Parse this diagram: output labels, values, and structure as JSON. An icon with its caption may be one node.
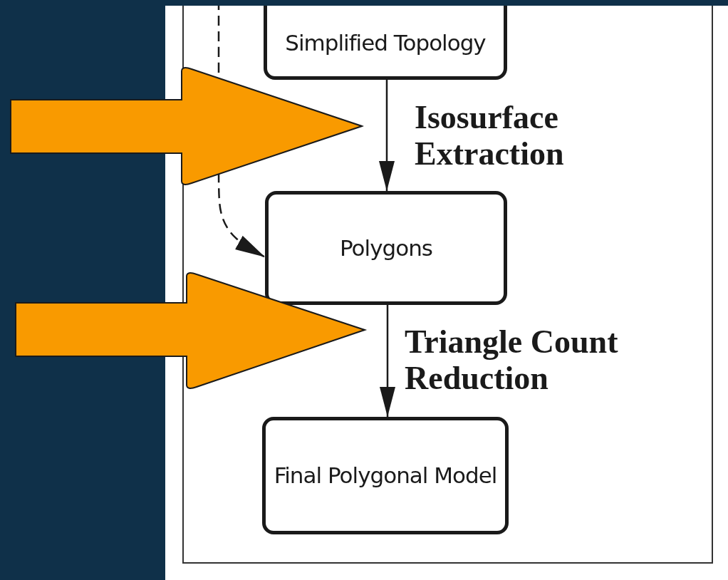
{
  "diagram": {
    "nodes": [
      {
        "text": [
          "Simplified Topology"
        ]
      },
      {
        "text": [
          "Polygons"
        ]
      },
      {
        "text": [
          "Final Polygonal Model"
        ]
      }
    ],
    "edges": [
      {
        "from": 0,
        "to": 1,
        "arrow": "to",
        "label": "Isosurface Extraction"
      },
      {
        "from": 1,
        "to": 2,
        "arrow": "to",
        "label": "Triangle Count Reduction"
      },
      {
        "from": null,
        "to": 1,
        "arrow": "to",
        "style": "dashed"
      }
    ]
  }
}
